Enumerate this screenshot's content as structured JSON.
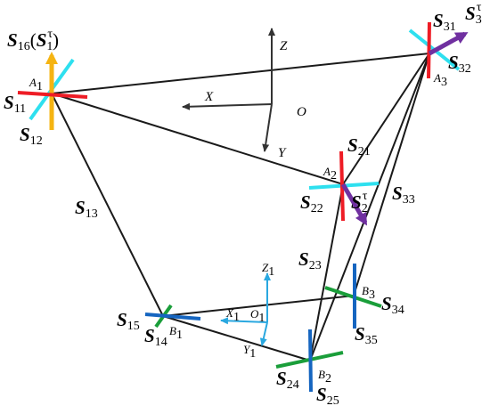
{
  "colors": {
    "link": "#1a1a1a",
    "red": "#ee1c25",
    "cyan": "#2ee0ef",
    "orange": "#f5b412",
    "purple": "#7030a0",
    "green": "#1a9e3a",
    "blue": "#1565c0",
    "sky": "#2aa8e0",
    "axis": "#333333"
  },
  "labels": {
    "s16": {
      "main": "S",
      "sub": "16",
      "paren_main": "S",
      "paren_sub": "1",
      "paren_sup": "τ"
    },
    "s11": {
      "main": "S",
      "sub": "11"
    },
    "s12": {
      "main": "S",
      "sub": "12"
    },
    "s13": {
      "main": "S",
      "sub": "13"
    },
    "s14": {
      "main": "S",
      "sub": "14"
    },
    "s15": {
      "main": "S",
      "sub": "15"
    },
    "s21": {
      "main": "S",
      "sub": "21"
    },
    "s22": {
      "main": "S",
      "sub": "22"
    },
    "s2tau": {
      "main": "S",
      "sub": "2",
      "sup": "τ"
    },
    "s23": {
      "main": "S",
      "sub": "23"
    },
    "s24": {
      "main": "S",
      "sub": "24"
    },
    "s25": {
      "main": "S",
      "sub": "25"
    },
    "s31": {
      "main": "S",
      "sub": "31"
    },
    "s32": {
      "main": "S",
      "sub": "32"
    },
    "s3tau": {
      "main": "S",
      "sub": "3",
      "sup": "τ"
    },
    "s33": {
      "main": "S",
      "sub": "33"
    },
    "s34": {
      "main": "S",
      "sub": "34"
    },
    "s35": {
      "main": "S",
      "sub": "35"
    }
  },
  "points": {
    "A1": {
      "main": "A",
      "sub": "1"
    },
    "A2": {
      "main": "A",
      "sub": "2"
    },
    "A3": {
      "main": "A",
      "sub": "3"
    },
    "B1": {
      "main": "B",
      "sub": "1"
    },
    "B2": {
      "main": "B",
      "sub": "2"
    },
    "B3": {
      "main": "B",
      "sub": "3"
    }
  },
  "frames": {
    "global": {
      "X": "X",
      "Y": "Y",
      "Z": "Z",
      "O": "O"
    },
    "local": {
      "X": "X",
      "Y": "Y",
      "Z": "Z",
      "O": "O",
      "sub": "1"
    }
  }
}
